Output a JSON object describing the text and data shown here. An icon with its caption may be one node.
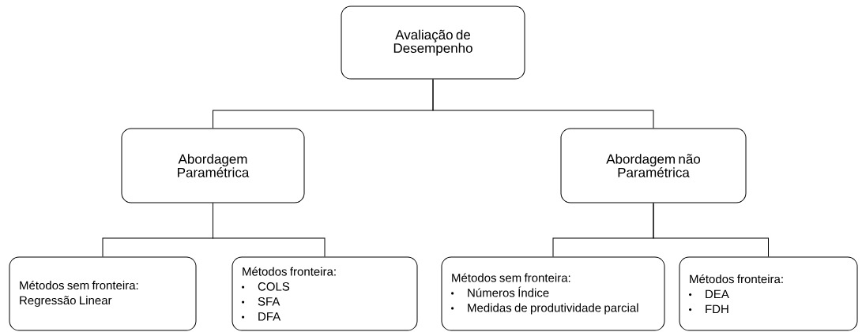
{
  "diagram": {
    "nodes": [
      {
        "text": [
          "Avaliação de Desempenho"
        ]
      },
      {
        "text": [
          "Abordagem Paramétrica"
        ]
      },
      {
        "text": [
          "Abordagem não Paramétrica"
        ]
      },
      {
        "text": [
          "Métodos sem fronteira:",
          "Regressão Linear"
        ]
      },
      {
        "text": [
          "Métodos fronteira:",
          "COLS",
          "SFA",
          "DFA"
        ]
      },
      {
        "text": [
          "Métodos sem fronteira:",
          "Números Índice",
          "Medidas de produtividade parcial"
        ]
      },
      {
        "text": [
          "Métodos fronteira:",
          "DEA",
          "FDH"
        ]
      }
    ],
    "edges": [
      {
        "from": 0,
        "to": 1,
        "arrow": "none"
      },
      {
        "from": 0,
        "to": 2,
        "arrow": "none"
      },
      {
        "from": 1,
        "to": 3,
        "arrow": "none"
      },
      {
        "from": 1,
        "to": 4,
        "arrow": "none"
      },
      {
        "from": 2,
        "to": 5,
        "arrow": "none"
      },
      {
        "from": 2,
        "to": 6,
        "arrow": "none"
      }
    ]
  }
}
